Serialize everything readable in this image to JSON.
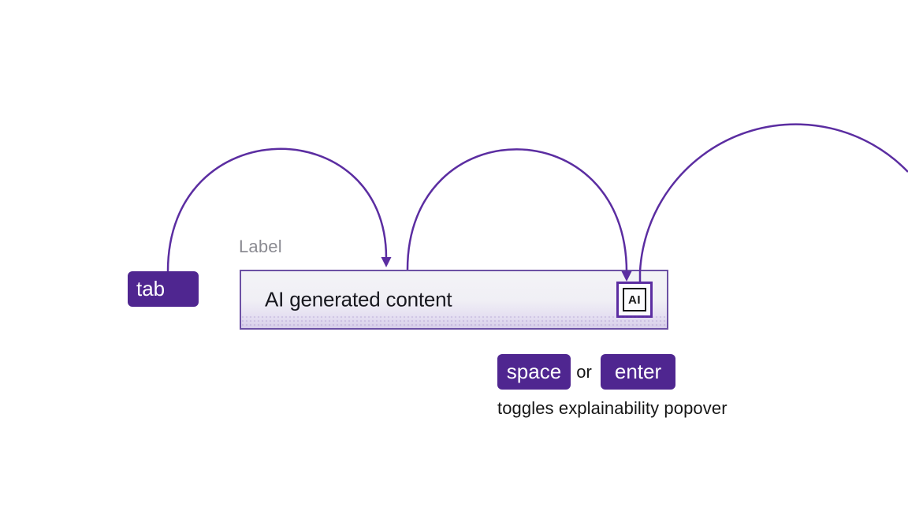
{
  "field": {
    "label": "Label",
    "value": "AI generated content",
    "badge": "AI"
  },
  "keys": {
    "tab": "tab",
    "space": "space",
    "enter": "enter"
  },
  "connector": {
    "or": "or"
  },
  "caption": "toggles explainability popover",
  "colors": {
    "key": "#4f2690",
    "arc": "#5b2da1",
    "field_border": "#6c51a4",
    "badge_border": "#5b2da1",
    "label": "#8b8b92",
    "text": "#161616"
  }
}
